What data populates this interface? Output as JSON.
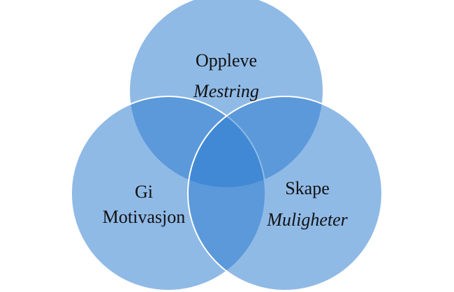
{
  "diagram": {
    "type": "venn",
    "fill_color": "#2a7ad0",
    "outline_color": "#ffffff",
    "sets": [
      {
        "id": "top",
        "line1": "Oppleve",
        "line2": "Mestring"
      },
      {
        "id": "left",
        "line1": "Gi",
        "line2": "Motivasjon"
      },
      {
        "id": "right",
        "line1": "Skape",
        "line2": "Muligheter"
      }
    ]
  }
}
